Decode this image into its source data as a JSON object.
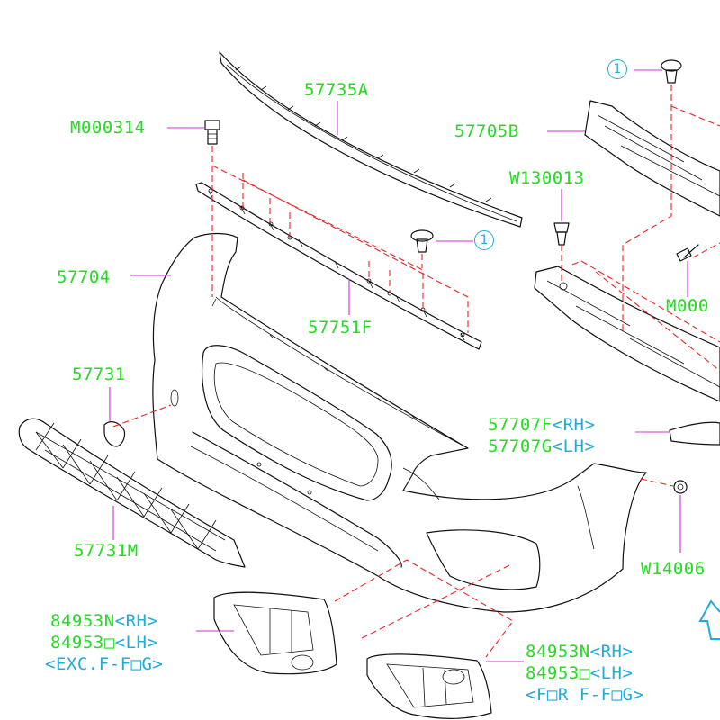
{
  "colors": {
    "part_label": "#22dd22",
    "note_label": "#22aadd",
    "leader_line": "#cc33cc",
    "assembly_line": "#ee2222",
    "drawing": "#111111"
  },
  "labels": {
    "p57735a": "57735A",
    "m000314": "M000314",
    "p57705b": "57705B",
    "w130013": "W130013",
    "p57704": "57704",
    "p57751f": "57751F",
    "m000_cut": "M000",
    "p57731": "57731",
    "p57707f": "57707F",
    "p57707g": "57707G",
    "p57731m": "57731M",
    "w14006_cut": "W14006",
    "p84953n_left": "84953N",
    "p84953o_left": "84953□",
    "p84953n_right": "84953N",
    "p84953o_right": "84953□"
  },
  "notes": {
    "rh_a": "<RH>",
    "lh_a": "<LH>",
    "rh_b": "<RH>",
    "lh_b": "<LH>",
    "rh_c": "<RH>",
    "lh_c": "<LH>",
    "exc_f_fog": "<EXC.F-F□G>",
    "for_f_fog": "<F□R F-F□G>"
  },
  "callouts": {
    "ref_top_right": "1",
    "ref_middle": "1"
  },
  "icons": {
    "direction_arrow": "front-arrow-icon"
  }
}
